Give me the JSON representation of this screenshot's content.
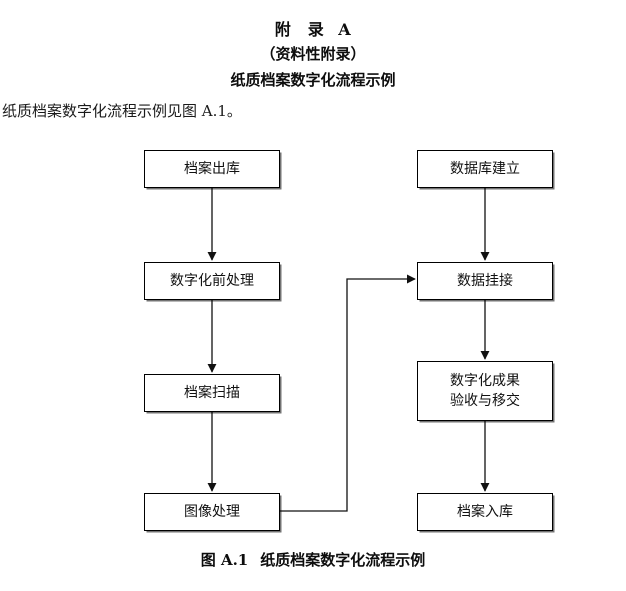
{
  "document": {
    "annex_label": "附　录",
    "annex_letter": "A",
    "annex_kind": "（资料性附录）",
    "annex_subject": "纸质档案数字化流程示例",
    "intro_line": "纸质档案数字化流程示例见图 A.1。"
  },
  "figure": {
    "caption_number": "图 A.1",
    "caption_text": "纸质档案数字化流程示例",
    "nodes": [
      {
        "id": "archive-retrieval",
        "label": "档案出库",
        "column": "left",
        "row": 1
      },
      {
        "id": "pre-digitization",
        "label": "数字化前处理",
        "column": "left",
        "row": 2
      },
      {
        "id": "archive-scanning",
        "label": "档案扫描",
        "column": "left",
        "row": 3
      },
      {
        "id": "image-processing",
        "label": "图像处理",
        "column": "left",
        "row": 4
      },
      {
        "id": "database-creation",
        "label": "数据库建立",
        "column": "right",
        "row": 1
      },
      {
        "id": "data-linking",
        "label": "数据挂接",
        "column": "right",
        "row": 2
      },
      {
        "id": "acceptance-handover",
        "label_line1": "数字化成果",
        "label_line2": "验收与移交",
        "column": "right",
        "row": 3
      },
      {
        "id": "archive-return",
        "label": "档案入库",
        "column": "right",
        "row": 4
      }
    ],
    "edges": [
      {
        "from": "archive-retrieval",
        "to": "pre-digitization",
        "kind": "vertical-arrow"
      },
      {
        "from": "pre-digitization",
        "to": "archive-scanning",
        "kind": "vertical-arrow"
      },
      {
        "from": "archive-scanning",
        "to": "image-processing",
        "kind": "vertical-arrow"
      },
      {
        "from": "image-processing",
        "to": "data-linking",
        "kind": "elbow-arrow"
      },
      {
        "from": "database-creation",
        "to": "data-linking",
        "kind": "vertical-arrow"
      },
      {
        "from": "data-linking",
        "to": "acceptance-handover",
        "kind": "vertical-arrow"
      },
      {
        "from": "acceptance-handover",
        "to": "archive-return",
        "kind": "vertical-arrow"
      }
    ]
  },
  "colors": {
    "ink": "#111111",
    "rule": "#000000",
    "page": "#ffffff"
  }
}
